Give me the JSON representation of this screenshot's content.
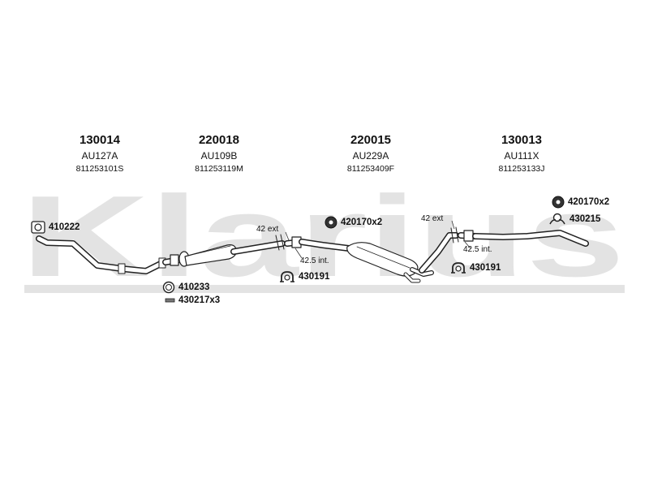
{
  "watermark": {
    "text": "Klarius",
    "color": "#e3e3e3"
  },
  "colors": {
    "pipe_fill": "#ffffff",
    "pipe_stroke": "#222222",
    "text": "#111111"
  },
  "main_parts": [
    {
      "number": "130014",
      "code": "AU127A",
      "oem": "811253101S"
    },
    {
      "number": "220018",
      "code": "AU109B",
      "oem": "811253119M"
    },
    {
      "number": "220015",
      "code": "AU229A",
      "oem": "811253409F"
    },
    {
      "number": "130013",
      "code": "AU111X",
      "oem": "811253133J"
    }
  ],
  "fittings": [
    {
      "label": "410222",
      "icon": "gasket-square-icon"
    },
    {
      "label": "410233",
      "icon": "ring-gasket-icon"
    },
    {
      "label": "430217x3",
      "icon": "bolt-icon"
    },
    {
      "label": "420170x2",
      "icon": "rubber-mount-icon"
    },
    {
      "label": "430191",
      "icon": "clamp-icon"
    },
    {
      "label": "430191",
      "icon": "clamp-icon"
    },
    {
      "label": "420170x2",
      "icon": "rubber-mount-icon"
    },
    {
      "label": "430215",
      "icon": "hanger-icon"
    }
  ],
  "dimensions": [
    {
      "text": "42 ext"
    },
    {
      "text": "42.5 int."
    },
    {
      "text": "42 ext"
    },
    {
      "text": "42.5 int."
    }
  ]
}
